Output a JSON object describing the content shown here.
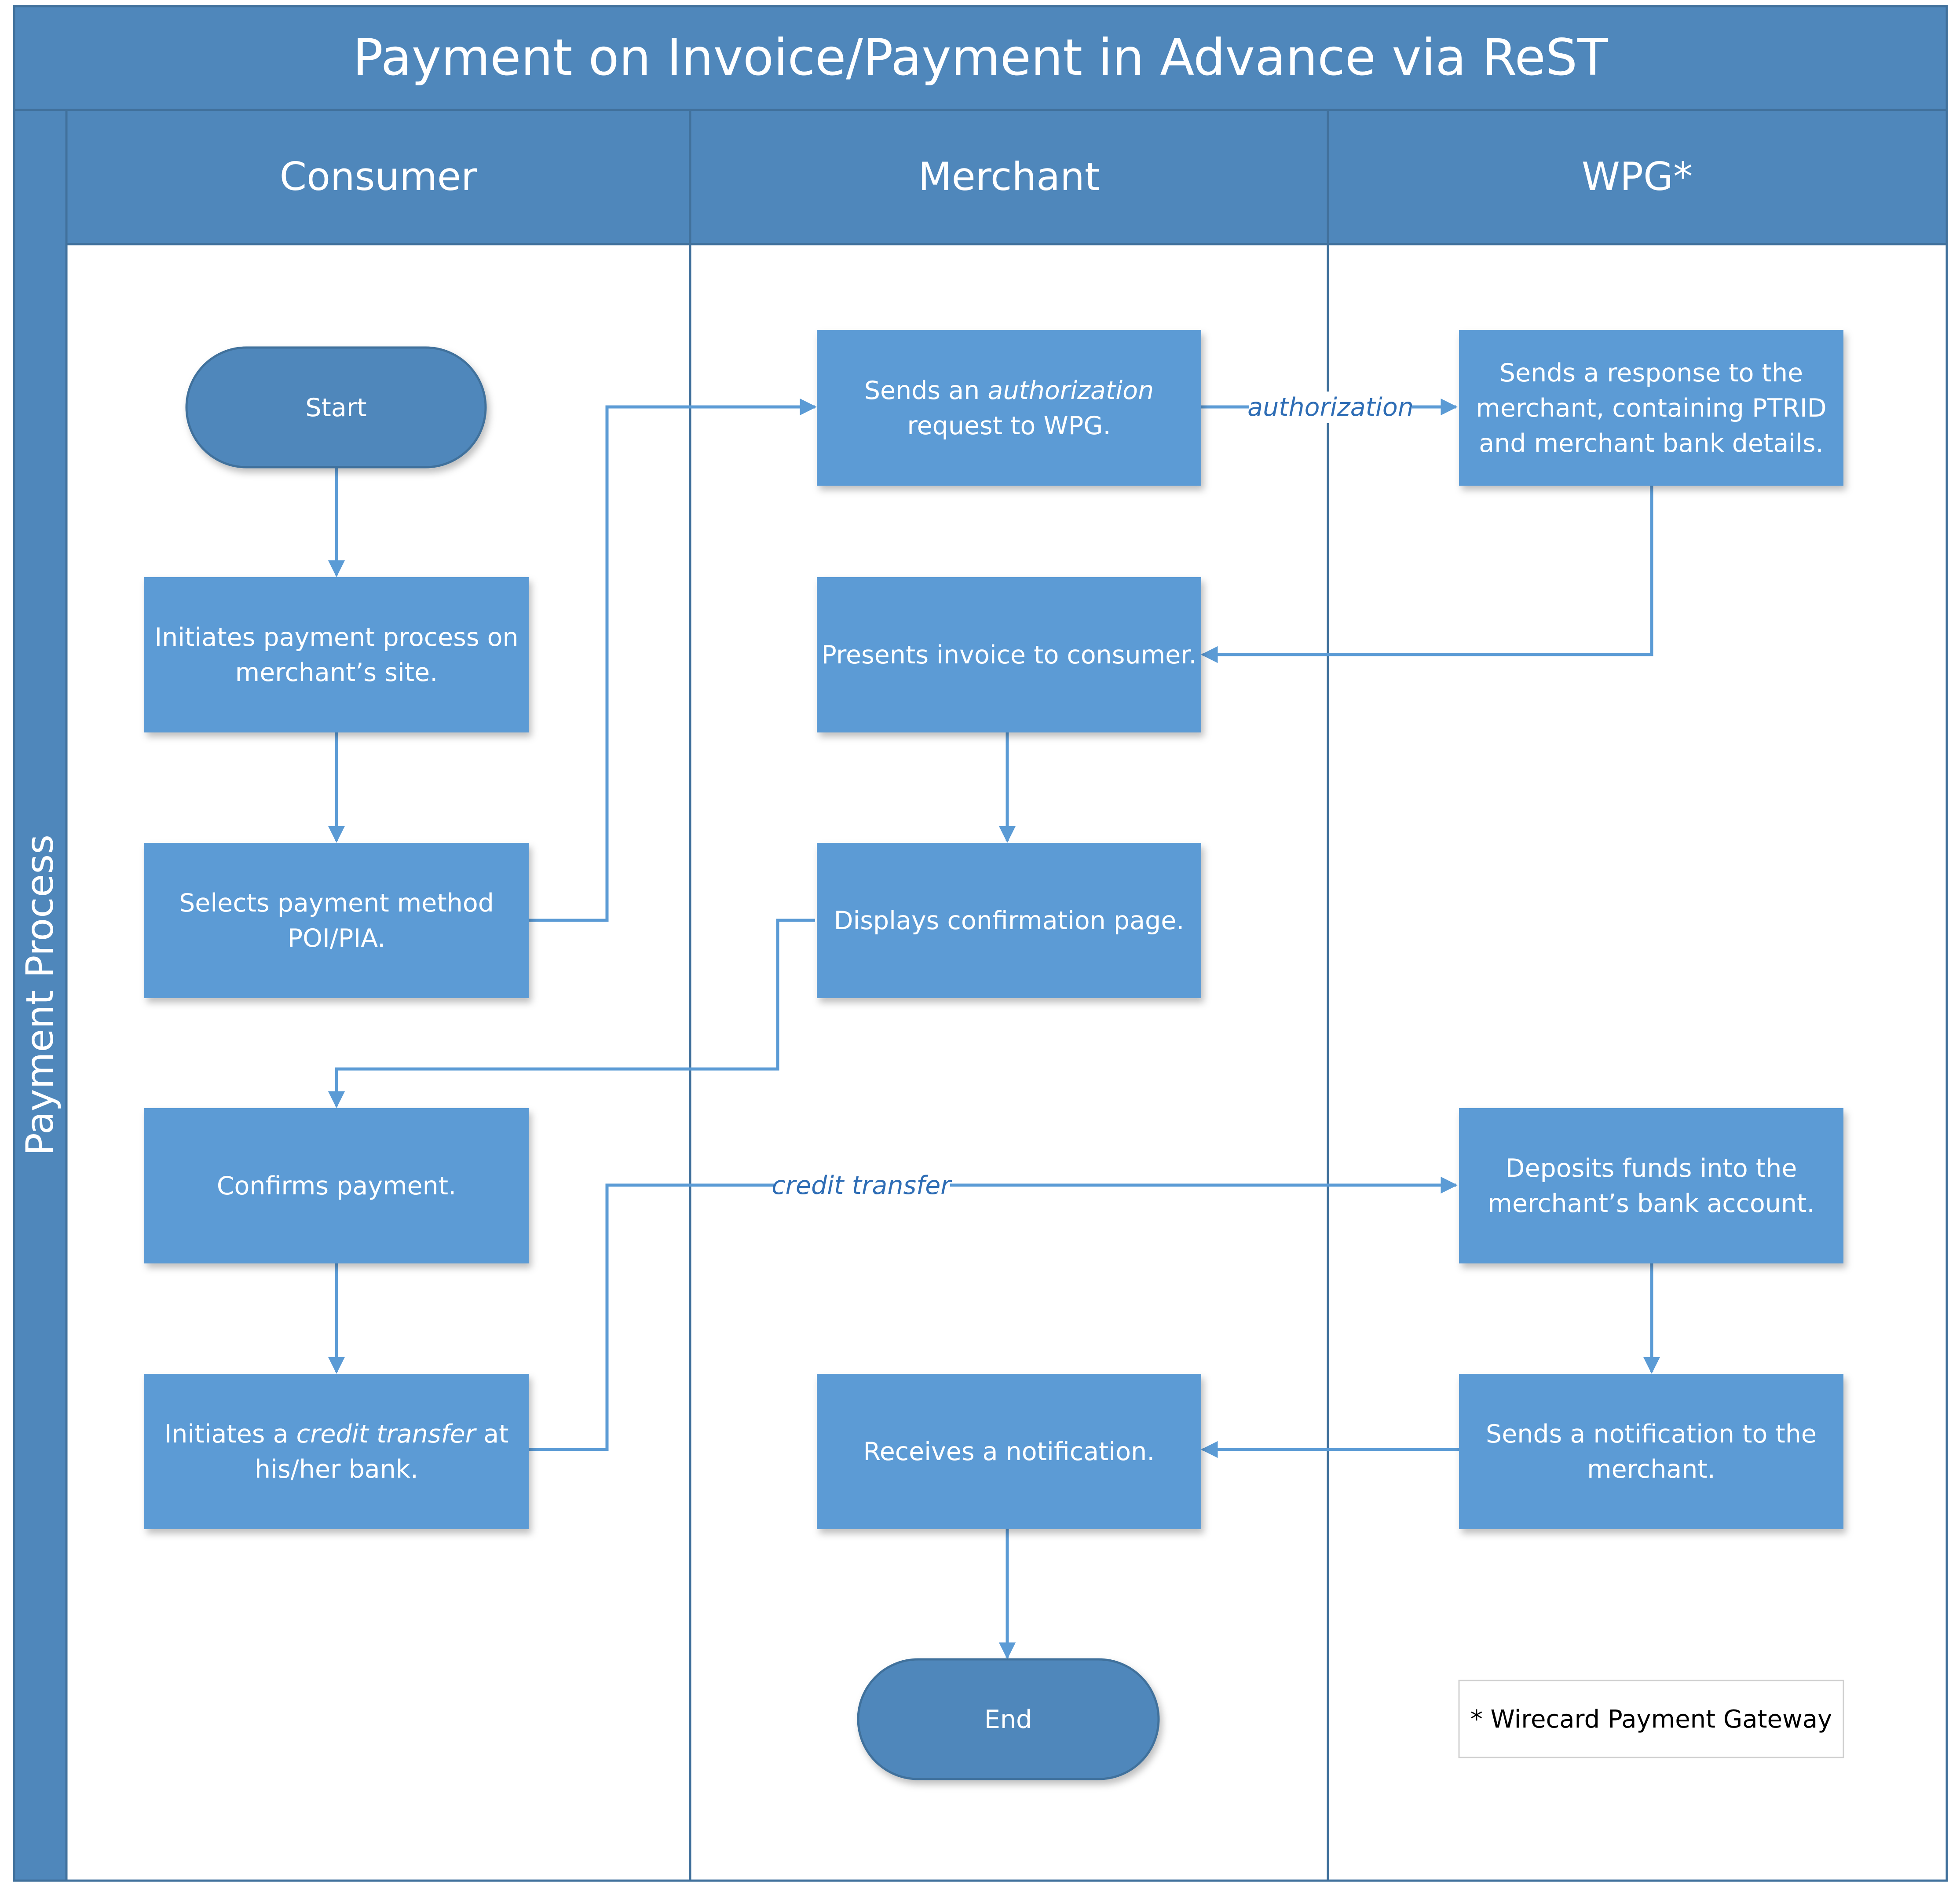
{
  "title": "Payment on Invoice/Payment in Advance via ReST",
  "pool": "Payment Process",
  "lanes": [
    "Consumer",
    "Merchant",
    "WPG*"
  ],
  "colors": {
    "header": "#4f87bb",
    "box": "#5b9bd5",
    "terminator": "#4f87bb",
    "arrow": "#5b9bd5",
    "border": "#41719c",
    "label": "#2e6db5"
  },
  "nodes": {
    "start": {
      "lines": [
        [
          "Start"
        ]
      ]
    },
    "initiates_payment": {
      "lines": [
        [
          "Initiates payment process on"
        ],
        [
          "merchant’s site."
        ]
      ]
    },
    "selects_method": {
      "lines": [
        [
          "Selects payment method"
        ],
        [
          "POI/PIA."
        ]
      ]
    },
    "confirms_payment": {
      "lines": [
        [
          "Confirms payment."
        ]
      ]
    },
    "initiates_credit": {
      "lines": [
        [
          "Initiates a ",
          "credit transfer",
          " at"
        ],
        [
          "his/her bank."
        ]
      ]
    },
    "sends_auth": {
      "lines": [
        [
          "Sends an ",
          "authorization"
        ],
        [
          "request to WPG."
        ]
      ]
    },
    "presents_invoice": {
      "lines": [
        [
          "Presents invoice to consumer."
        ]
      ]
    },
    "displays_confirmation": {
      "lines": [
        [
          "Displays confirmation page."
        ]
      ]
    },
    "receives_notification": {
      "lines": [
        [
          "Receives a notification."
        ]
      ]
    },
    "end": {
      "lines": [
        [
          "End"
        ]
      ]
    },
    "sends_response": {
      "lines": [
        [
          "Sends a response to the"
        ],
        [
          "merchant, containing PTRID"
        ],
        [
          "and merchant bank details."
        ]
      ]
    },
    "deposits_funds": {
      "lines": [
        [
          "Deposits funds into the"
        ],
        [
          "merchant’s bank account."
        ]
      ]
    },
    "sends_notification": {
      "lines": [
        [
          "Sends a notification to the"
        ],
        [
          "merchant."
        ]
      ]
    }
  },
  "edge_labels": {
    "authorization": "authorization",
    "credit_transfer": "credit transfer"
  },
  "footnote": "* Wirecard Payment Gateway"
}
